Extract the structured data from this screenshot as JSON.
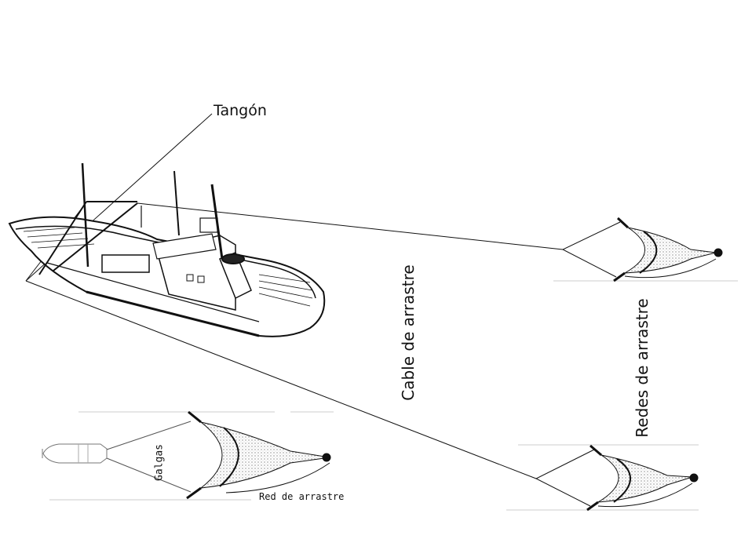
{
  "labels": {
    "outrigger": "Tangón",
    "tow_cable": "Cable de arrastre",
    "trawl_nets": "Redes de arrastre",
    "warps": "Galgas",
    "trawl_net": "Red de arrastre"
  },
  "colors": {
    "ink": "#111111",
    "waterline": "#cccccc"
  }
}
